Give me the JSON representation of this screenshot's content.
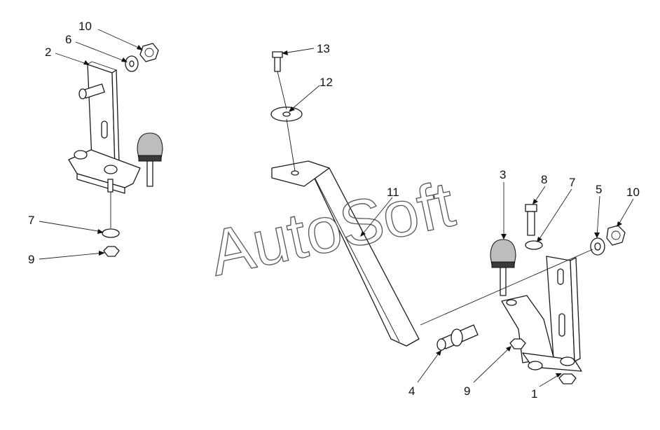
{
  "watermark": "AutoSoft",
  "callouts": [
    {
      "id": "c10a",
      "label": "10"
    },
    {
      "id": "c6",
      "label": "6"
    },
    {
      "id": "c2",
      "label": "2"
    },
    {
      "id": "c7a",
      "label": "7"
    },
    {
      "id": "c9a",
      "label": "9"
    },
    {
      "id": "c13",
      "label": "13"
    },
    {
      "id": "c12",
      "label": "12"
    },
    {
      "id": "c11",
      "label": "11"
    },
    {
      "id": "c3",
      "label": "3"
    },
    {
      "id": "c8",
      "label": "8"
    },
    {
      "id": "c7b",
      "label": "7"
    },
    {
      "id": "c5",
      "label": "5"
    },
    {
      "id": "c10b",
      "label": "10"
    },
    {
      "id": "c4",
      "label": "4"
    },
    {
      "id": "c9b",
      "label": "9"
    },
    {
      "id": "c1",
      "label": "1"
    }
  ]
}
